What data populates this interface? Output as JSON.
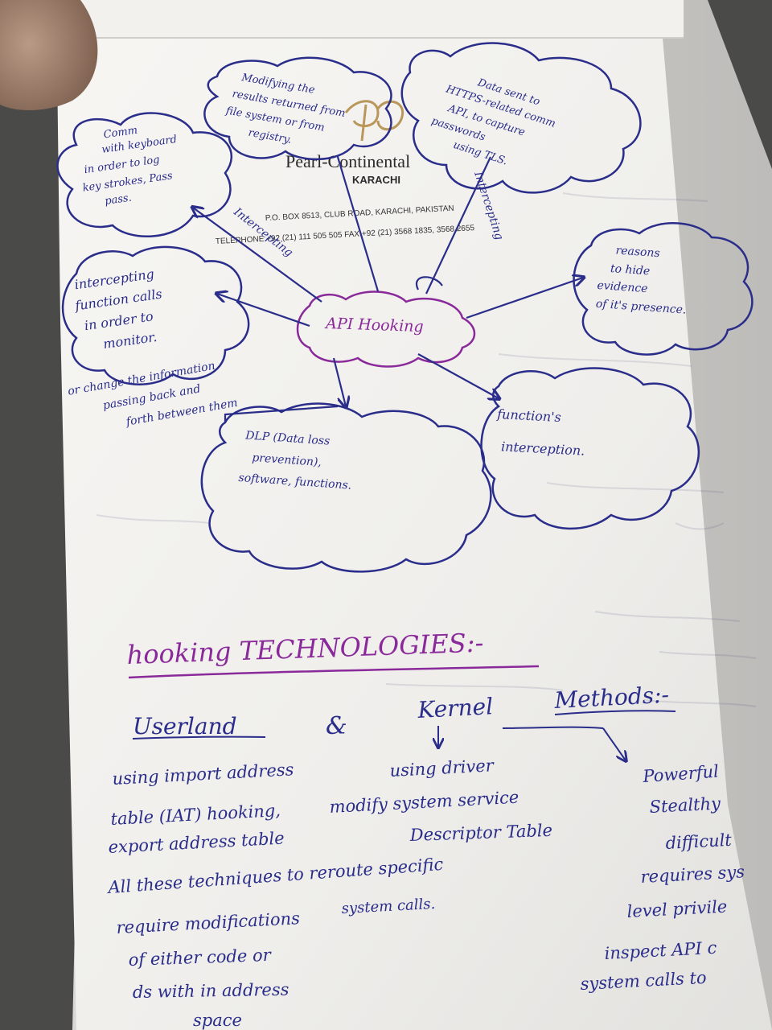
{
  "letterhead": {
    "brand": "Pearl-Continental",
    "city": "KARACHI",
    "address": "P.O. BOX 8513, CLUB ROAD, KARACHI, PAKISTAN",
    "telephone": "TELEPHONE +92 (21) 111 505 505 FAX +92 (21) 3568 1835, 3568 2655"
  },
  "mindmap": {
    "center": "API Hooking",
    "nodes": {
      "keyboard": [
        "Comm",
        "with keyboard",
        "in order to log",
        "key strokes, Pass",
        "pass."
      ],
      "modify": [
        "Modifying the",
        "results returned from",
        "file system or from",
        "registry."
      ],
      "data": [
        "Data sent to",
        "HTTPS-related comm",
        "API, to capture",
        "passwords",
        "using TLS."
      ],
      "intercept": [
        "intercepting",
        "function calls",
        "in order to",
        "monitor."
      ],
      "reasons": [
        "reasons",
        "to hide",
        "evidence",
        "of it's presence."
      ],
      "dlp": [
        "DLP (Data loss",
        "prevention),",
        "software, functions."
      ],
      "function": [
        "function's",
        "interception."
      ]
    },
    "change_note": [
      "or change the information",
      "passing back and",
      "forth between them"
    ],
    "edge_labels": {
      "intercepting": "Intercepting",
      "intercepting2": "Intercepting"
    }
  },
  "notes": {
    "heading": "hooking TECHNOLOGIES:-",
    "userland": "Userland",
    "amp": "&",
    "kernel": "Kernel",
    "methods": "Methods:-",
    "left_lines": [
      "using import address",
      "table (IAT) hooking,",
      "export address table",
      "All these techniques to reroute specific",
      "require modifications",
      "of either code or",
      "ds with in address",
      "space"
    ],
    "syscall": "system calls.",
    "middle_lines": [
      "using driver",
      "modify system service",
      "Descriptor Table"
    ],
    "right_lines": [
      "Powerful",
      "Stealthy",
      "difficult",
      "requires sys",
      "level privile",
      "inspect API c",
      "system calls to"
    ]
  },
  "colors": {
    "ink": "#2a2d8a",
    "purple": "#8a2a9a",
    "gold": "#b9975b",
    "paper": "#f4f3f0"
  }
}
